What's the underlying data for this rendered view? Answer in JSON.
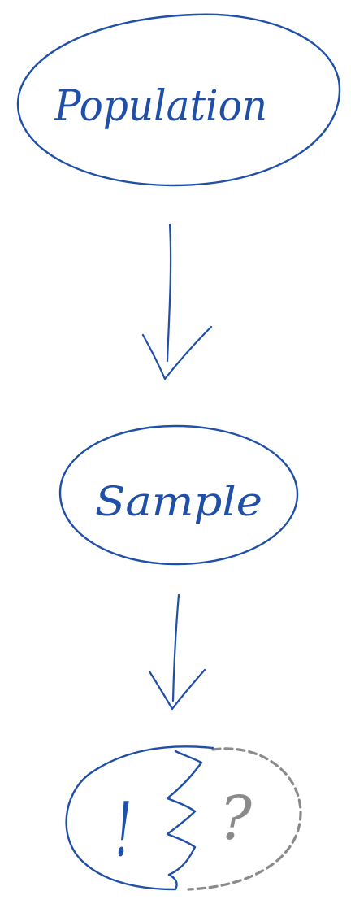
{
  "colors": {
    "ink": "#1f4fa6",
    "dashed_outline": "#8a8a8a",
    "background": "#ffffff"
  },
  "nodes": {
    "population": {
      "label": "Population"
    },
    "sample": {
      "label": "Sample"
    },
    "result": {
      "known_symbol": "!",
      "unknown_symbol": "?"
    }
  },
  "edges": [
    {
      "from": "population",
      "to": "sample",
      "icon": "down-arrow-icon"
    },
    {
      "from": "sample",
      "to": "result",
      "icon": "down-arrow-icon"
    }
  ]
}
